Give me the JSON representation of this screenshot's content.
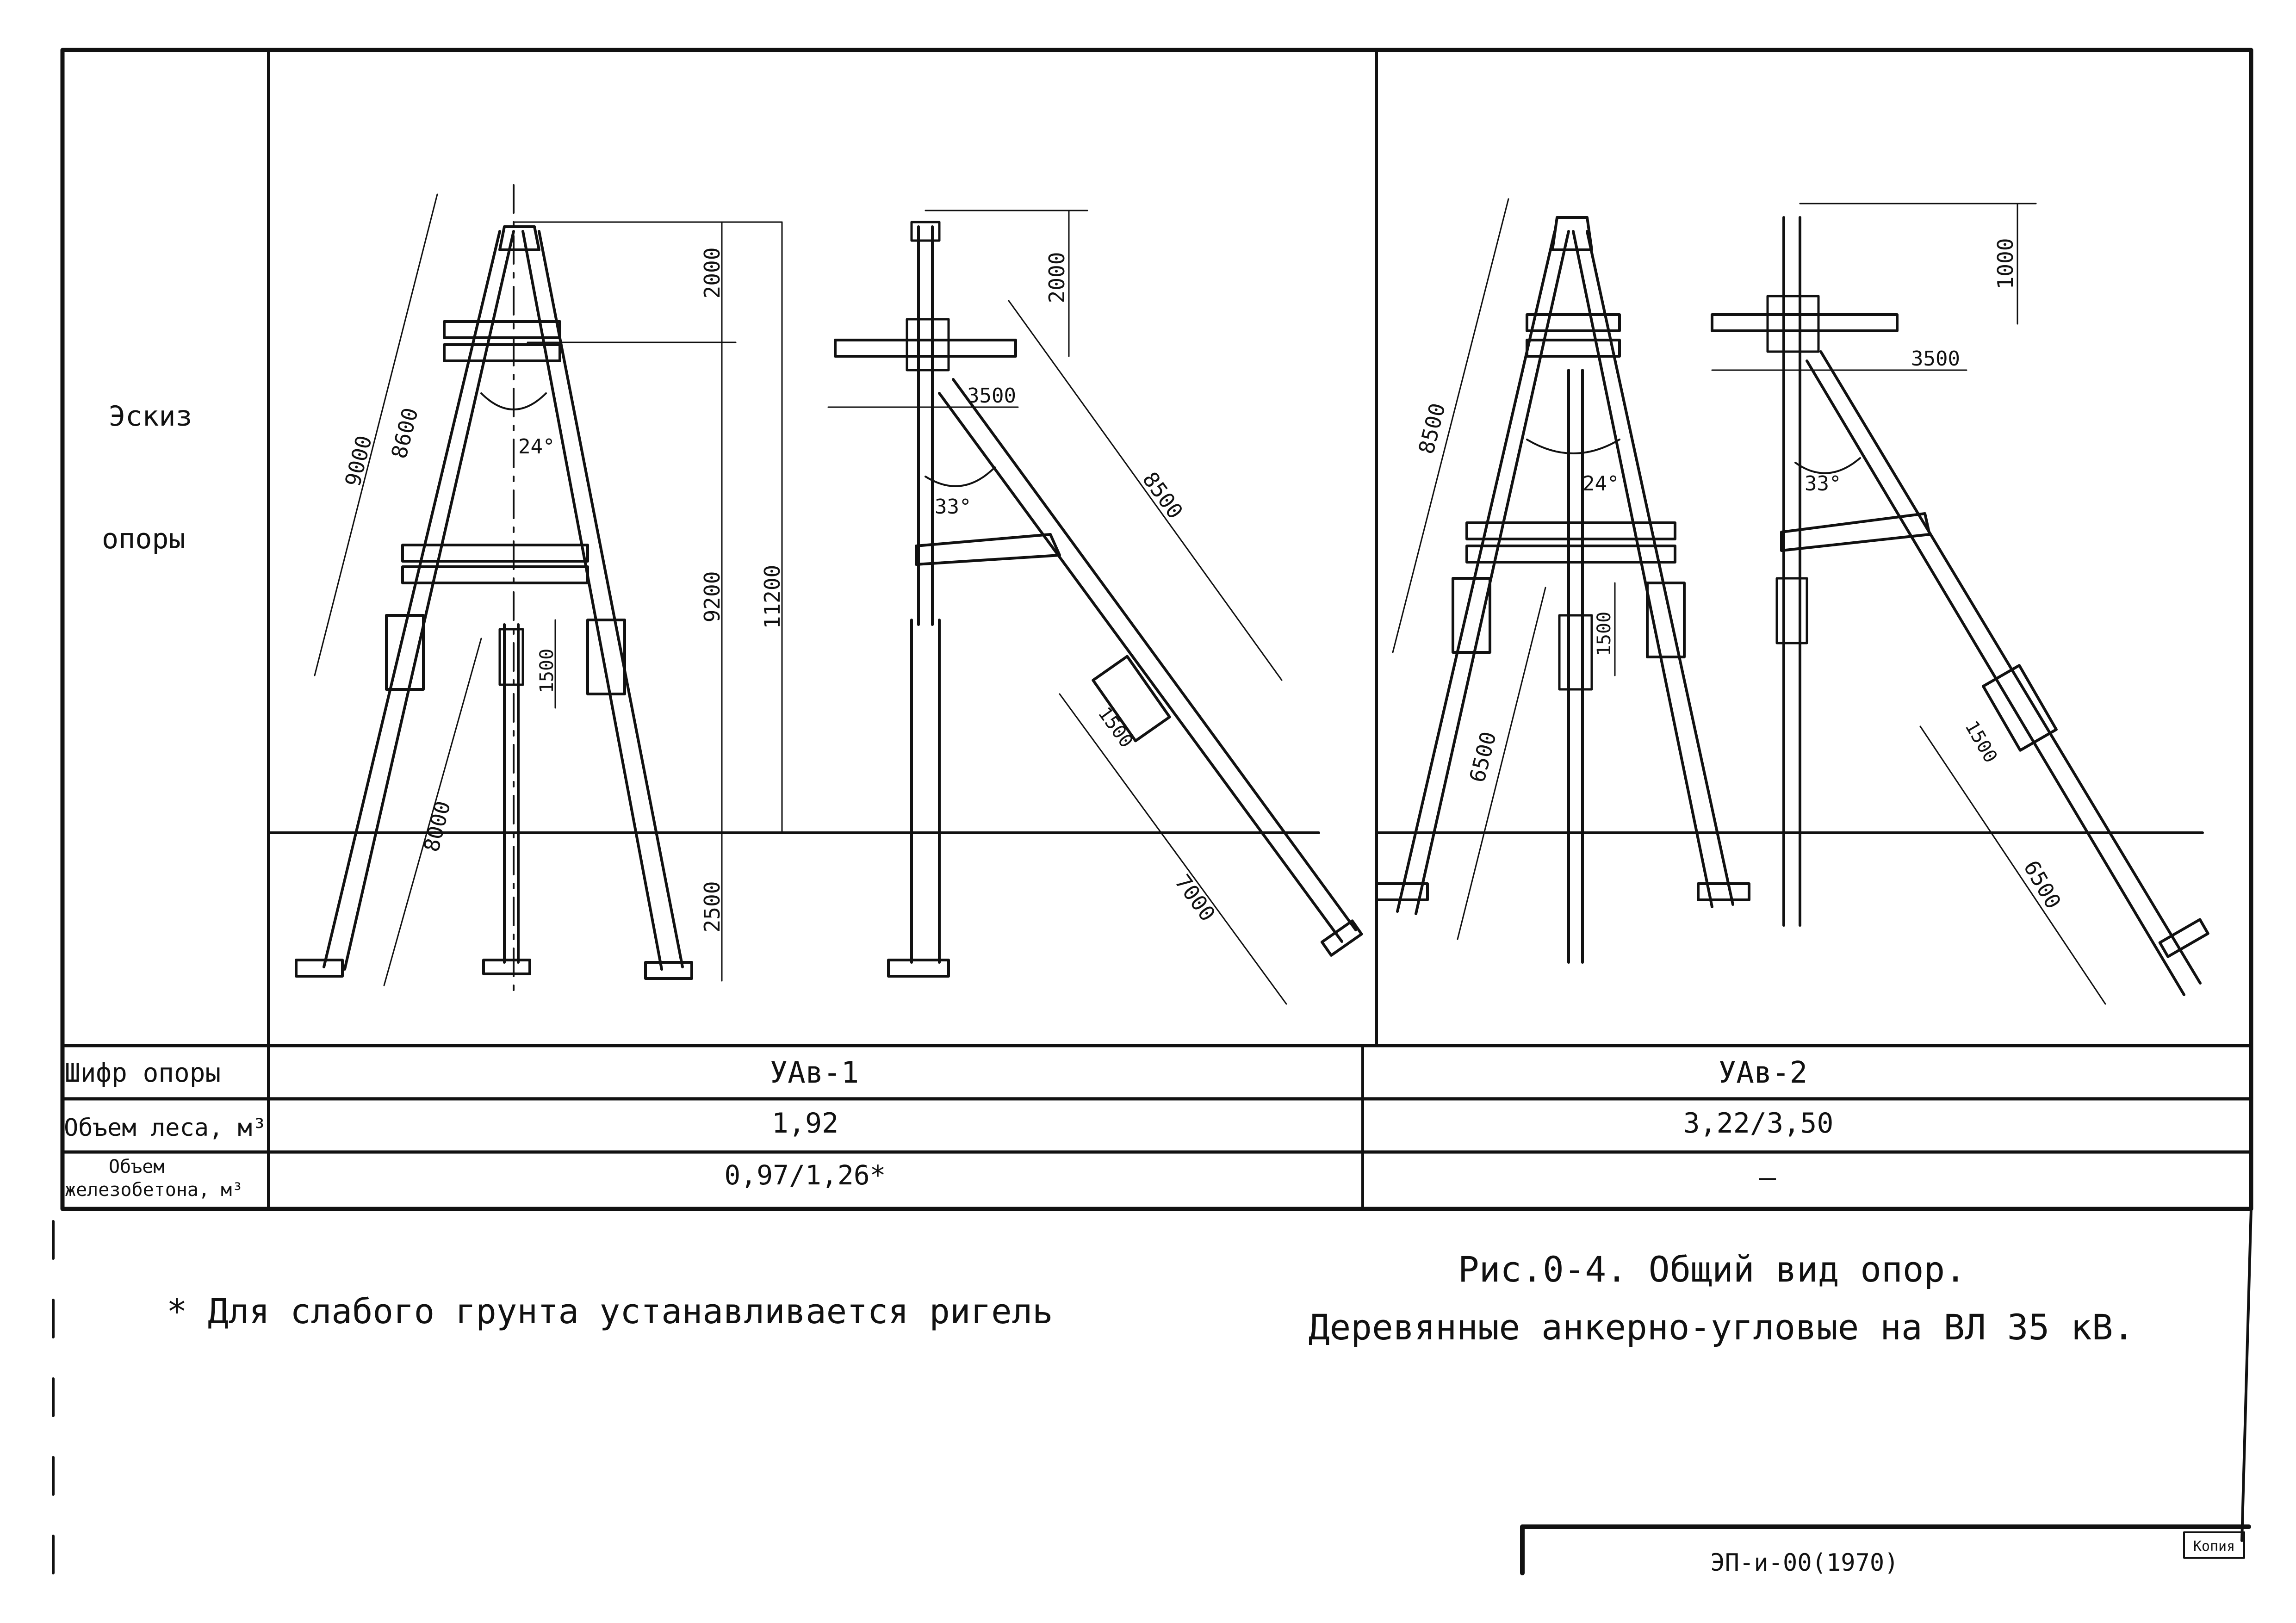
{
  "row_labels": {
    "sketch_line1": "Эскиз",
    "sketch_line2": "опоры",
    "code": "Шифр опоры",
    "wood_volume": "Объем леса, м³",
    "concrete_volume_line1": "Объем",
    "concrete_volume_line2": "железобетона, м³"
  },
  "columns": [
    {
      "code": "УАв-1",
      "wood_volume": "1,92",
      "concrete_volume": "0,97/1,26*",
      "dims": {
        "top": "2000",
        "mid": "9200",
        "total": "11200",
        "below": "2500",
        "leg_long": "9000",
        "leg_inner": "8600",
        "leg_low": "8000",
        "joint": "1500",
        "angle": "24°",
        "side_top": "2000",
        "side_arm": "3500",
        "side_brace": "8500",
        "side_joint": "1500",
        "side_foot": "7000",
        "side_angle": "33°"
      }
    },
    {
      "code": "УАв-2",
      "wood_volume": "3,22/3,50",
      "concrete_volume": "—",
      "dims": {
        "leg_long": "8500",
        "leg_low": "6500",
        "joint": "1500",
        "angle": "24°",
        "side_top": "1000",
        "side_arm": "3500",
        "side_joint": "1500",
        "side_foot": "6500",
        "side_angle": "33°"
      }
    }
  ],
  "footnote": "* Для слабого грунта устанавливается ригель",
  "caption_line1": "Рис.0-4. Общий вид опор.",
  "caption_line2": "Деревянные анкерно-угловые на ВЛ 35 кВ.",
  "stamp": "ЭП-и-00(1970)",
  "stamp_tag": "Копия"
}
